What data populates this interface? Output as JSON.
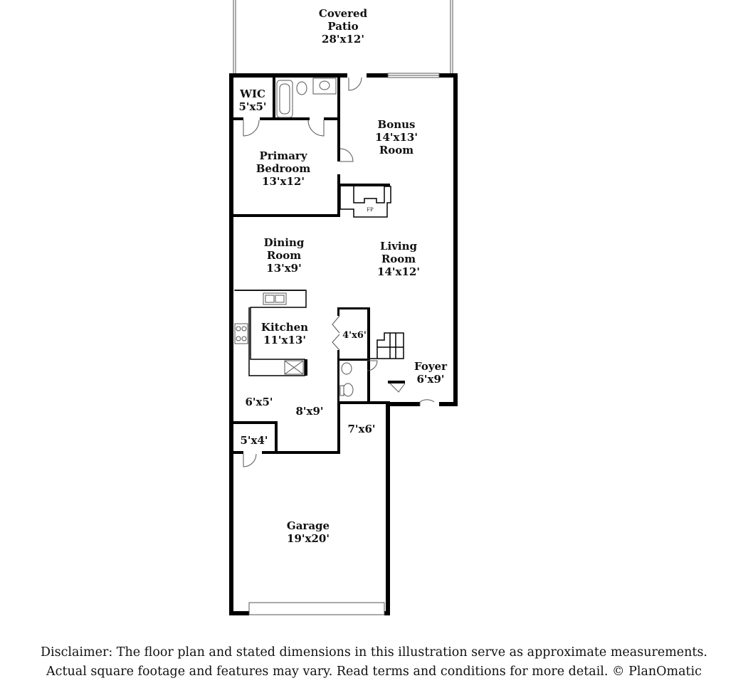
{
  "rooms": {
    "patio": {
      "name1": "Covered",
      "name2": "Patio",
      "dims": "28'x12'"
    },
    "wic": {
      "name": "WIC",
      "dims": "5'x5'"
    },
    "bonus": {
      "name1": "Bonus",
      "dims": "14'x13'",
      "name2": "Room"
    },
    "primary_bedroom": {
      "name1": "Primary",
      "name2": "Bedroom",
      "dims": "13'x12'"
    },
    "fireplace": {
      "label": "FP"
    },
    "dining": {
      "name1": "Dining",
      "name2": "Room",
      "dims": "13'x9'"
    },
    "living": {
      "name1": "Living",
      "name2": "Room",
      "dims": "14'x12'"
    },
    "kitchen": {
      "name": "Kitchen",
      "dims": "11'x13'"
    },
    "closet": {
      "dims": "4'x6'"
    },
    "foyer": {
      "name": "Foyer",
      "dims": "6'x9'"
    },
    "room_6x5": {
      "dims": "6'x5'"
    },
    "room_8x9": {
      "dims": "8'x9'"
    },
    "room_7x6": {
      "dims": "7'x6'"
    },
    "room_5x4": {
      "dims": "5'x4'"
    },
    "garage": {
      "name": "Garage",
      "dims": "19'x20'"
    }
  },
  "disclaimer": {
    "line1": "Disclaimer: The floor plan and stated dimensions in this illustration serve as approximate measurements.",
    "line2": "Actual square footage and features may vary. Read terms and conditions for more detail. © PlanOmatic"
  }
}
